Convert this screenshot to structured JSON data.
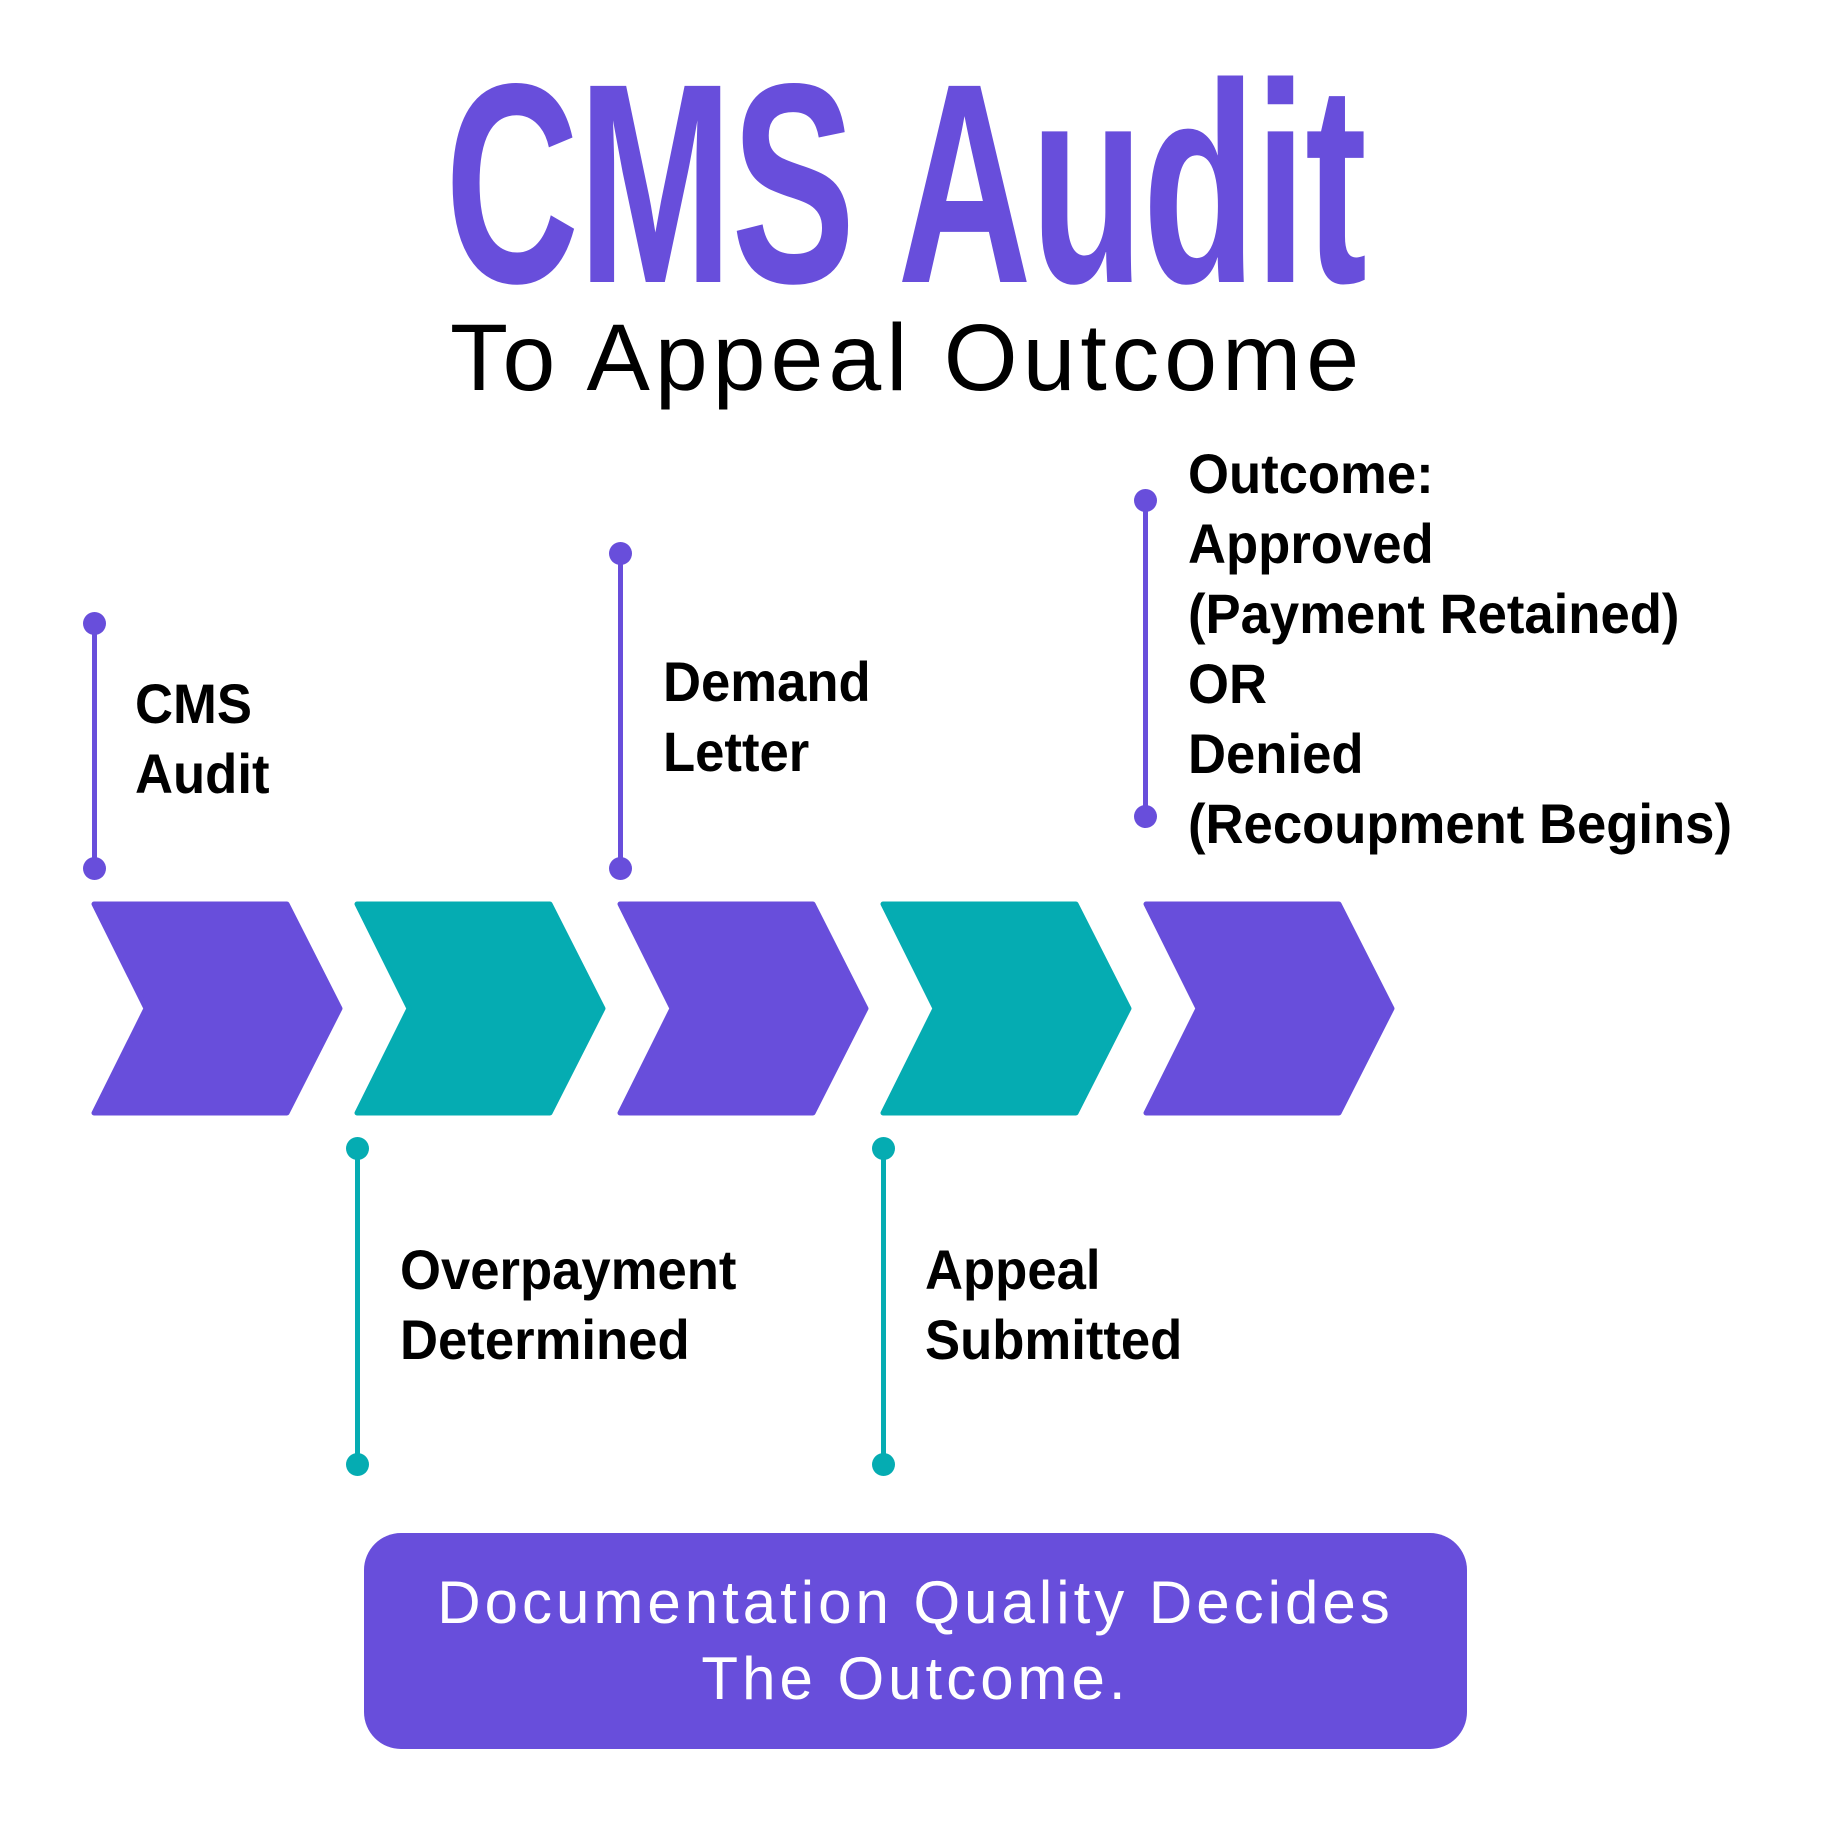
{
  "colors": {
    "purple": "#684EDB",
    "teal": "#05ACB2",
    "text": "#000000",
    "callout_text": "#FFFFFF",
    "background": "#FFFFFF"
  },
  "header": {
    "title": "CMS Audit",
    "subtitle": "To Appeal Outcome"
  },
  "timeline": {
    "steps": [
      {
        "order": 1,
        "color": "purple",
        "label_position": "above",
        "label_lines": [
          "CMS",
          "Audit"
        ]
      },
      {
        "order": 2,
        "color": "teal",
        "label_position": "below",
        "label_lines": [
          "Overpayment",
          "Determined"
        ]
      },
      {
        "order": 3,
        "color": "purple",
        "label_position": "above",
        "label_lines": [
          "Demand",
          "Letter"
        ]
      },
      {
        "order": 4,
        "color": "teal",
        "label_position": "below",
        "label_lines": [
          "Appeal",
          "Submitted"
        ]
      },
      {
        "order": 5,
        "color": "purple",
        "label_position": "above",
        "label_lines": [
          "Outcome:",
          "Approved",
          "(Payment Retained)",
          "OR",
          "Denied",
          "(Recoupment Begins)"
        ]
      }
    ]
  },
  "callout": {
    "lines": [
      "Documentation Quality Decides",
      "The Outcome."
    ]
  }
}
